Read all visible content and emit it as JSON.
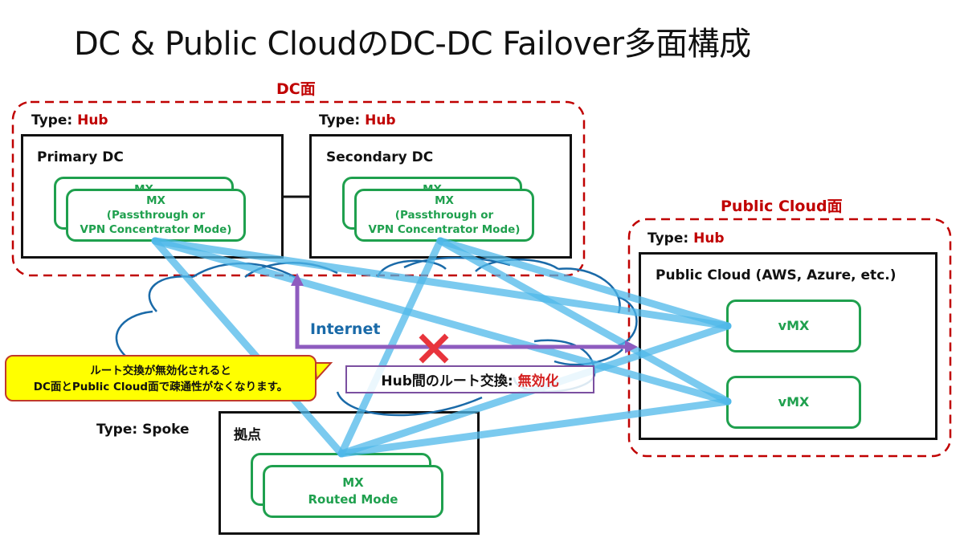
{
  "title": "DC & Public CloudのDC-DC Failover多面構成",
  "zones": {
    "dc": {
      "label": "DC面",
      "border_color": "#c00000"
    },
    "public_cloud": {
      "label": "Public Cloud面",
      "border_color": "#c00000"
    }
  },
  "type_prefix": "Type:",
  "sites": {
    "primary_dc": {
      "type": "Hub",
      "title": "Primary DC",
      "device": {
        "name": "MX",
        "mode_line1": "(Passthrough or",
        "mode_line2": "VPN Concentrator Mode)"
      }
    },
    "secondary_dc": {
      "type": "Hub",
      "title": "Secondary DC",
      "device": {
        "name": "MX",
        "mode_line1": "(Passthrough or",
        "mode_line2": "VPN Concentrator Mode)"
      }
    },
    "public_cloud": {
      "type": "Hub",
      "title": "Public Cloud (AWS, Azure, etc.)",
      "devices": [
        {
          "name": "vMX"
        },
        {
          "name": "vMX"
        }
      ]
    },
    "branch": {
      "type": "Spoke",
      "type_label": "Type: Spoke",
      "title": "拠点",
      "device": {
        "name": "MX",
        "mode": "Routed Mode"
      }
    }
  },
  "network": {
    "label": "Internet"
  },
  "route_exchange": {
    "label": "Hub間のルート交換:",
    "status": "無効化",
    "blocked_icon": "cross-icon"
  },
  "callout": {
    "line1": "ルート交換が無効化されると",
    "line2": "DC面とPublic Cloud面で疎通性がなくなります。"
  },
  "colors": {
    "hub_red": "#c00000",
    "device_green": "#1fa04e",
    "tunnel_blue": "#5bc0eb",
    "cloud_blue": "#1a6aa8",
    "arrow_purple": "#8e5cbf",
    "cross_red": "#e8343c",
    "callout_yellow": "#ffff00"
  }
}
